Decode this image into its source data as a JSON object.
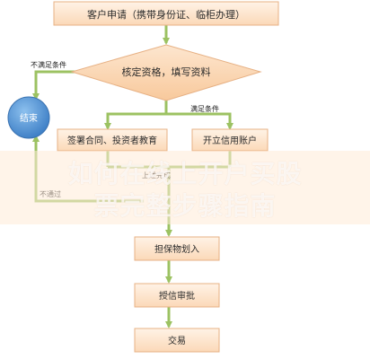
{
  "diagram": {
    "nodes": {
      "apply": "客户申请（携带身份证、临柜办理）",
      "review": "核定资格，填写资料",
      "end": "结束",
      "sign": "签署合同、投资者教育",
      "open_account": "开立信用账户",
      "collateral": "担保物划入",
      "credit_approval": "授信审批",
      "trade": "交易"
    },
    "edge_labels": {
      "not_met": "不满足条件",
      "met": "满足条件",
      "failed": "不通过",
      "done": "上述完成"
    },
    "colors": {
      "box_fill": "#fde7d0",
      "box_stroke": "#e7b184",
      "diamond_fill": "#fcdcc0",
      "circle_fill": "#4a8fd1",
      "arrow": "#9cc262"
    }
  },
  "watermark": {
    "line1": "如何在线上开户买股",
    "line2": "票完整步骤指南"
  }
}
